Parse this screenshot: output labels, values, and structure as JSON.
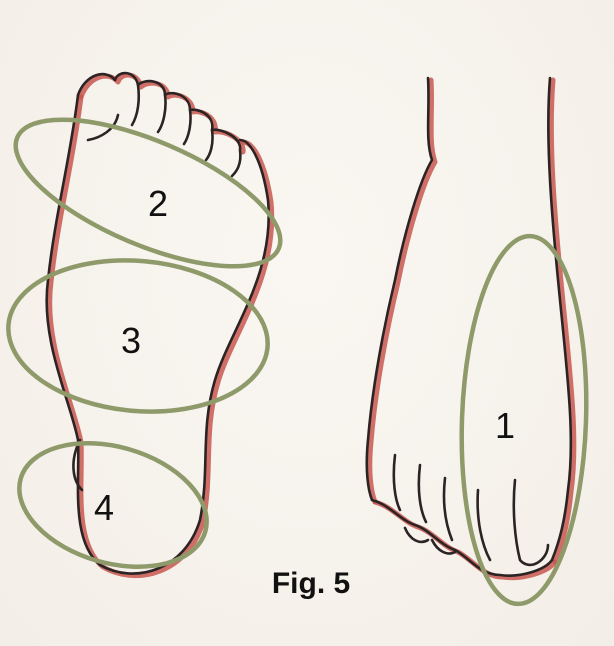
{
  "figure": {
    "caption": "Fig. 5",
    "zones": [
      {
        "label": "1"
      },
      {
        "label": "2"
      },
      {
        "label": "3"
      },
      {
        "label": "4"
      }
    ],
    "colors": {
      "outline": "#2b2324",
      "outline_shadow": "#c8574f",
      "zone_ring": "#8f9a6a",
      "background": "#f7f3ee"
    }
  }
}
